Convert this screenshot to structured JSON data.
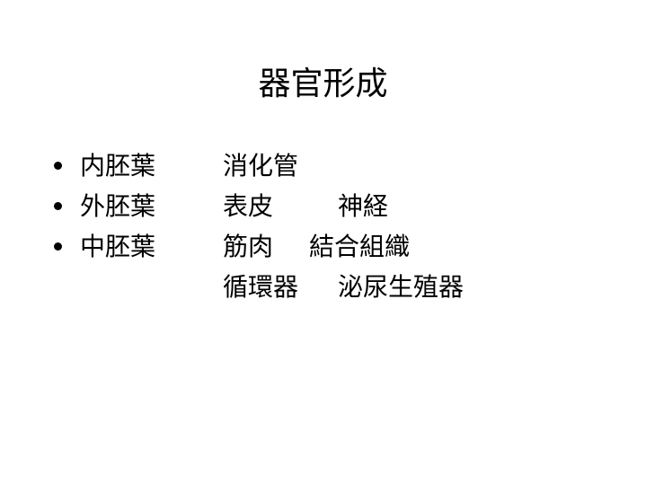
{
  "title": "器官形成",
  "bullets": [
    "内胚葉",
    "外胚葉",
    "中胚葉"
  ],
  "rows": [
    [
      "消化管"
    ],
    [
      "表皮",
      "神経"
    ],
    [
      "筋肉",
      "結合組織"
    ],
    [
      "循環器",
      "泌尿生殖器"
    ]
  ]
}
